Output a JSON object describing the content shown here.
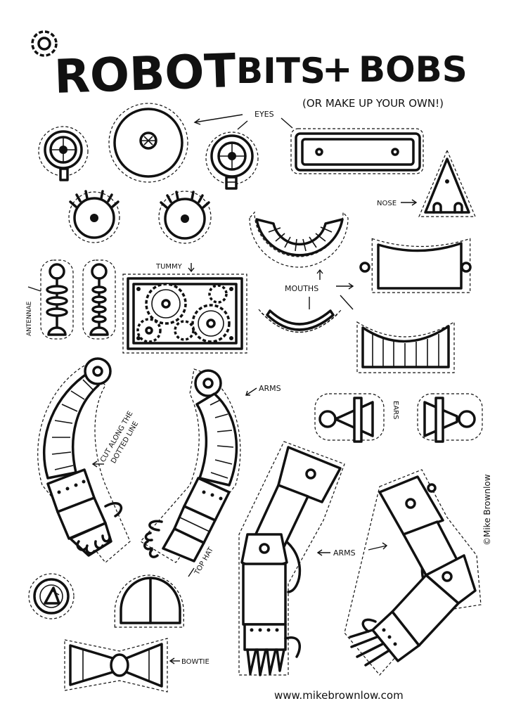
{
  "title": {
    "word1": "ROBOT",
    "word2": "BITS",
    "plus": "+",
    "word3": "BOBS",
    "subtitle": "(OR MAKE UP YOUR OWN!)"
  },
  "labels": {
    "eyes": "EYES",
    "nose": "NOSE",
    "antennae": "ANTENNAE",
    "tummy": "TUMMY",
    "mouths": "MOUTHS",
    "arms_top": "ARMS",
    "ears": "EARS",
    "cut_line1": "CUT ALONG THE",
    "cut_line2": "DOTTED LINE",
    "copyright": "©Mike Brownlow",
    "arms_bottom": "ARMS",
    "top_hat": "TOP HAT",
    "bowtie": "BOWTIE"
  },
  "footer": {
    "url": "www.mikebrownlow.com"
  },
  "colors": {
    "ink": "#111111",
    "paper": "#ffffff"
  }
}
